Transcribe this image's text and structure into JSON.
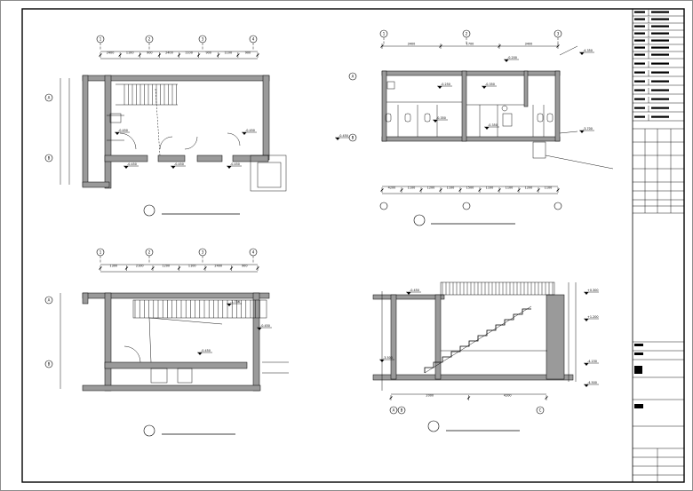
{
  "title_block": {
    "rows": [
      "",
      "",
      "",
      "",
      "",
      "",
      "",
      "",
      "",
      "",
      "",
      "",
      "",
      ""
    ],
    "company_name_1": "",
    "company_name_2": "",
    "company_sub": ""
  },
  "plan1": {
    "top_dims": [
      "2400",
      "1100",
      "900",
      "2400",
      "1100",
      "900",
      "1100",
      "900"
    ],
    "elevations": [
      "-0.450",
      "-0.450",
      "-0.450",
      "-0.450",
      "-0.450",
      "-0.450"
    ],
    "grid_top": [
      "1",
      "2",
      "3",
      "4"
    ],
    "grid_side": [
      "A",
      "B"
    ]
  },
  "plan2": {
    "top_dims": [
      "3400",
      "1700",
      "3400"
    ],
    "bottom_dims": [
      "4200",
      "1100",
      "1200",
      "1100",
      "1500",
      "1100",
      "1100",
      "1200",
      "1100"
    ],
    "elevations": [
      "-4.350",
      "-0.200",
      "-0.250",
      "-0.350",
      "-0.350",
      "-0.350",
      "-3.700"
    ],
    "grid_top": [
      "1",
      "2",
      "3"
    ],
    "grid_side": [
      "A",
      "B"
    ]
  },
  "plan3": {
    "top_dims": [
      "1300",
      "2100",
      "1200",
      "1100",
      "2400",
      "900"
    ],
    "elevations": [
      "-1.746",
      "-0.450",
      "-0.450"
    ],
    "grid_top": [
      "1",
      "2",
      "3",
      "4"
    ],
    "grid_side": [
      "A",
      "B"
    ]
  },
  "section": {
    "elevations": [
      "-0.450",
      "+0.300",
      "+1.200",
      "-3.500",
      "-4.150",
      "-4.500"
    ],
    "bottom_dims": [
      "2000",
      "4200"
    ],
    "grid_bottom": [
      "A",
      "B",
      "C"
    ]
  },
  "drawing_titles": [
    "",
    "",
    "",
    ""
  ],
  "colors": {
    "wall_fill": "#9a9a9a",
    "line": "#000000",
    "paper": "#ffffff"
  }
}
